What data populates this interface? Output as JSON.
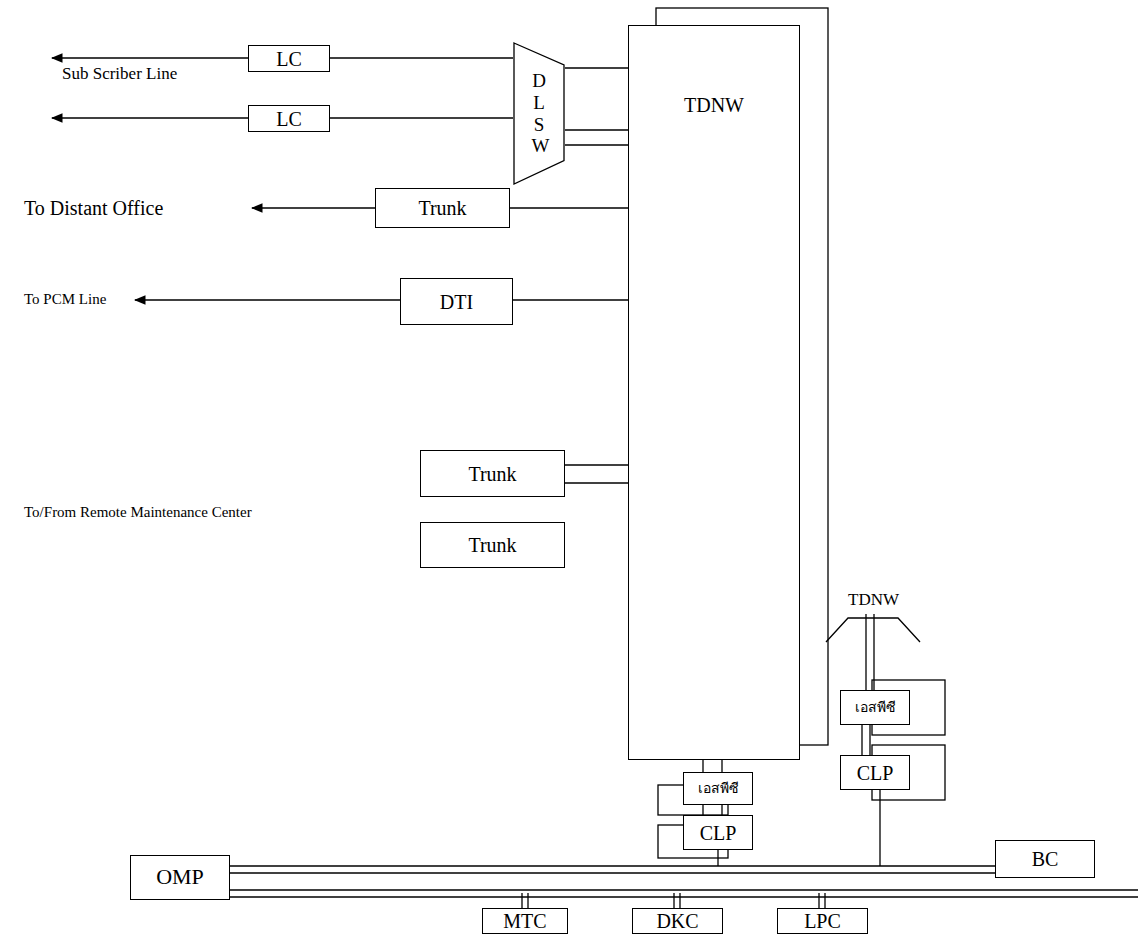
{
  "diagram": {
    "nodes": [
      {
        "text": [
          "LC"
        ]
      },
      {
        "text": [
          "LC"
        ]
      },
      {
        "text": [
          "D L S W"
        ]
      },
      {
        "text": [
          "TDNW"
        ]
      },
      {
        "text": [
          "Trunk"
        ]
      },
      {
        "text": [
          "DTI"
        ]
      },
      {
        "text": [
          "Trunk"
        ]
      },
      {
        "text": [
          "Trunk"
        ]
      },
      {
        "text": [
          "เอสพีซี"
        ]
      },
      {
        "text": [
          "CLP"
        ]
      },
      {
        "text": [
          "เอสพีซี"
        ]
      },
      {
        "text": [
          "CLP"
        ]
      },
      {
        "text": [
          "BC"
        ]
      },
      {
        "text": [
          "OMP"
        ]
      },
      {
        "text": [
          "MTC"
        ]
      },
      {
        "text": [
          "DKC"
        ]
      },
      {
        "text": [
          "LPC"
        ]
      }
    ],
    "edges": [
      {
        "from": 0,
        "to": 2,
        "arrow": "none"
      },
      {
        "from": 1,
        "to": 2,
        "arrow": "none"
      },
      {
        "from": 2,
        "to": 3,
        "arrow": "none"
      },
      {
        "from": 2,
        "to": 3,
        "arrow": "none"
      },
      {
        "from": 2,
        "to": 3,
        "arrow": "none"
      },
      {
        "from": 4,
        "to": 3,
        "arrow": "none"
      },
      {
        "from": 5,
        "to": 3,
        "arrow": "none"
      },
      {
        "from": 6,
        "to": 3,
        "arrow": "none"
      },
      {
        "from": 6,
        "to": 3,
        "arrow": "none"
      },
      {
        "from": 3,
        "to": 8,
        "arrow": "none"
      },
      {
        "from": 3,
        "to": 8,
        "arrow": "none"
      },
      {
        "from": 8,
        "to": 9,
        "arrow": "none"
      },
      {
        "from": 8,
        "to": 9,
        "arrow": "none"
      },
      {
        "from": 10,
        "to": 11,
        "arrow": "none"
      },
      {
        "from": 10,
        "to": 11,
        "arrow": "none"
      },
      {
        "from": 13,
        "to": 12,
        "arrow": "none"
      },
      {
        "from": 13,
        "to": 12,
        "arrow": "none"
      }
    ],
    "labels": [
      "Sub Scriber Line",
      "To Distant Office",
      "To PCM Line",
      "To/From Remote Maintenance Center",
      "TDNW"
    ]
  }
}
